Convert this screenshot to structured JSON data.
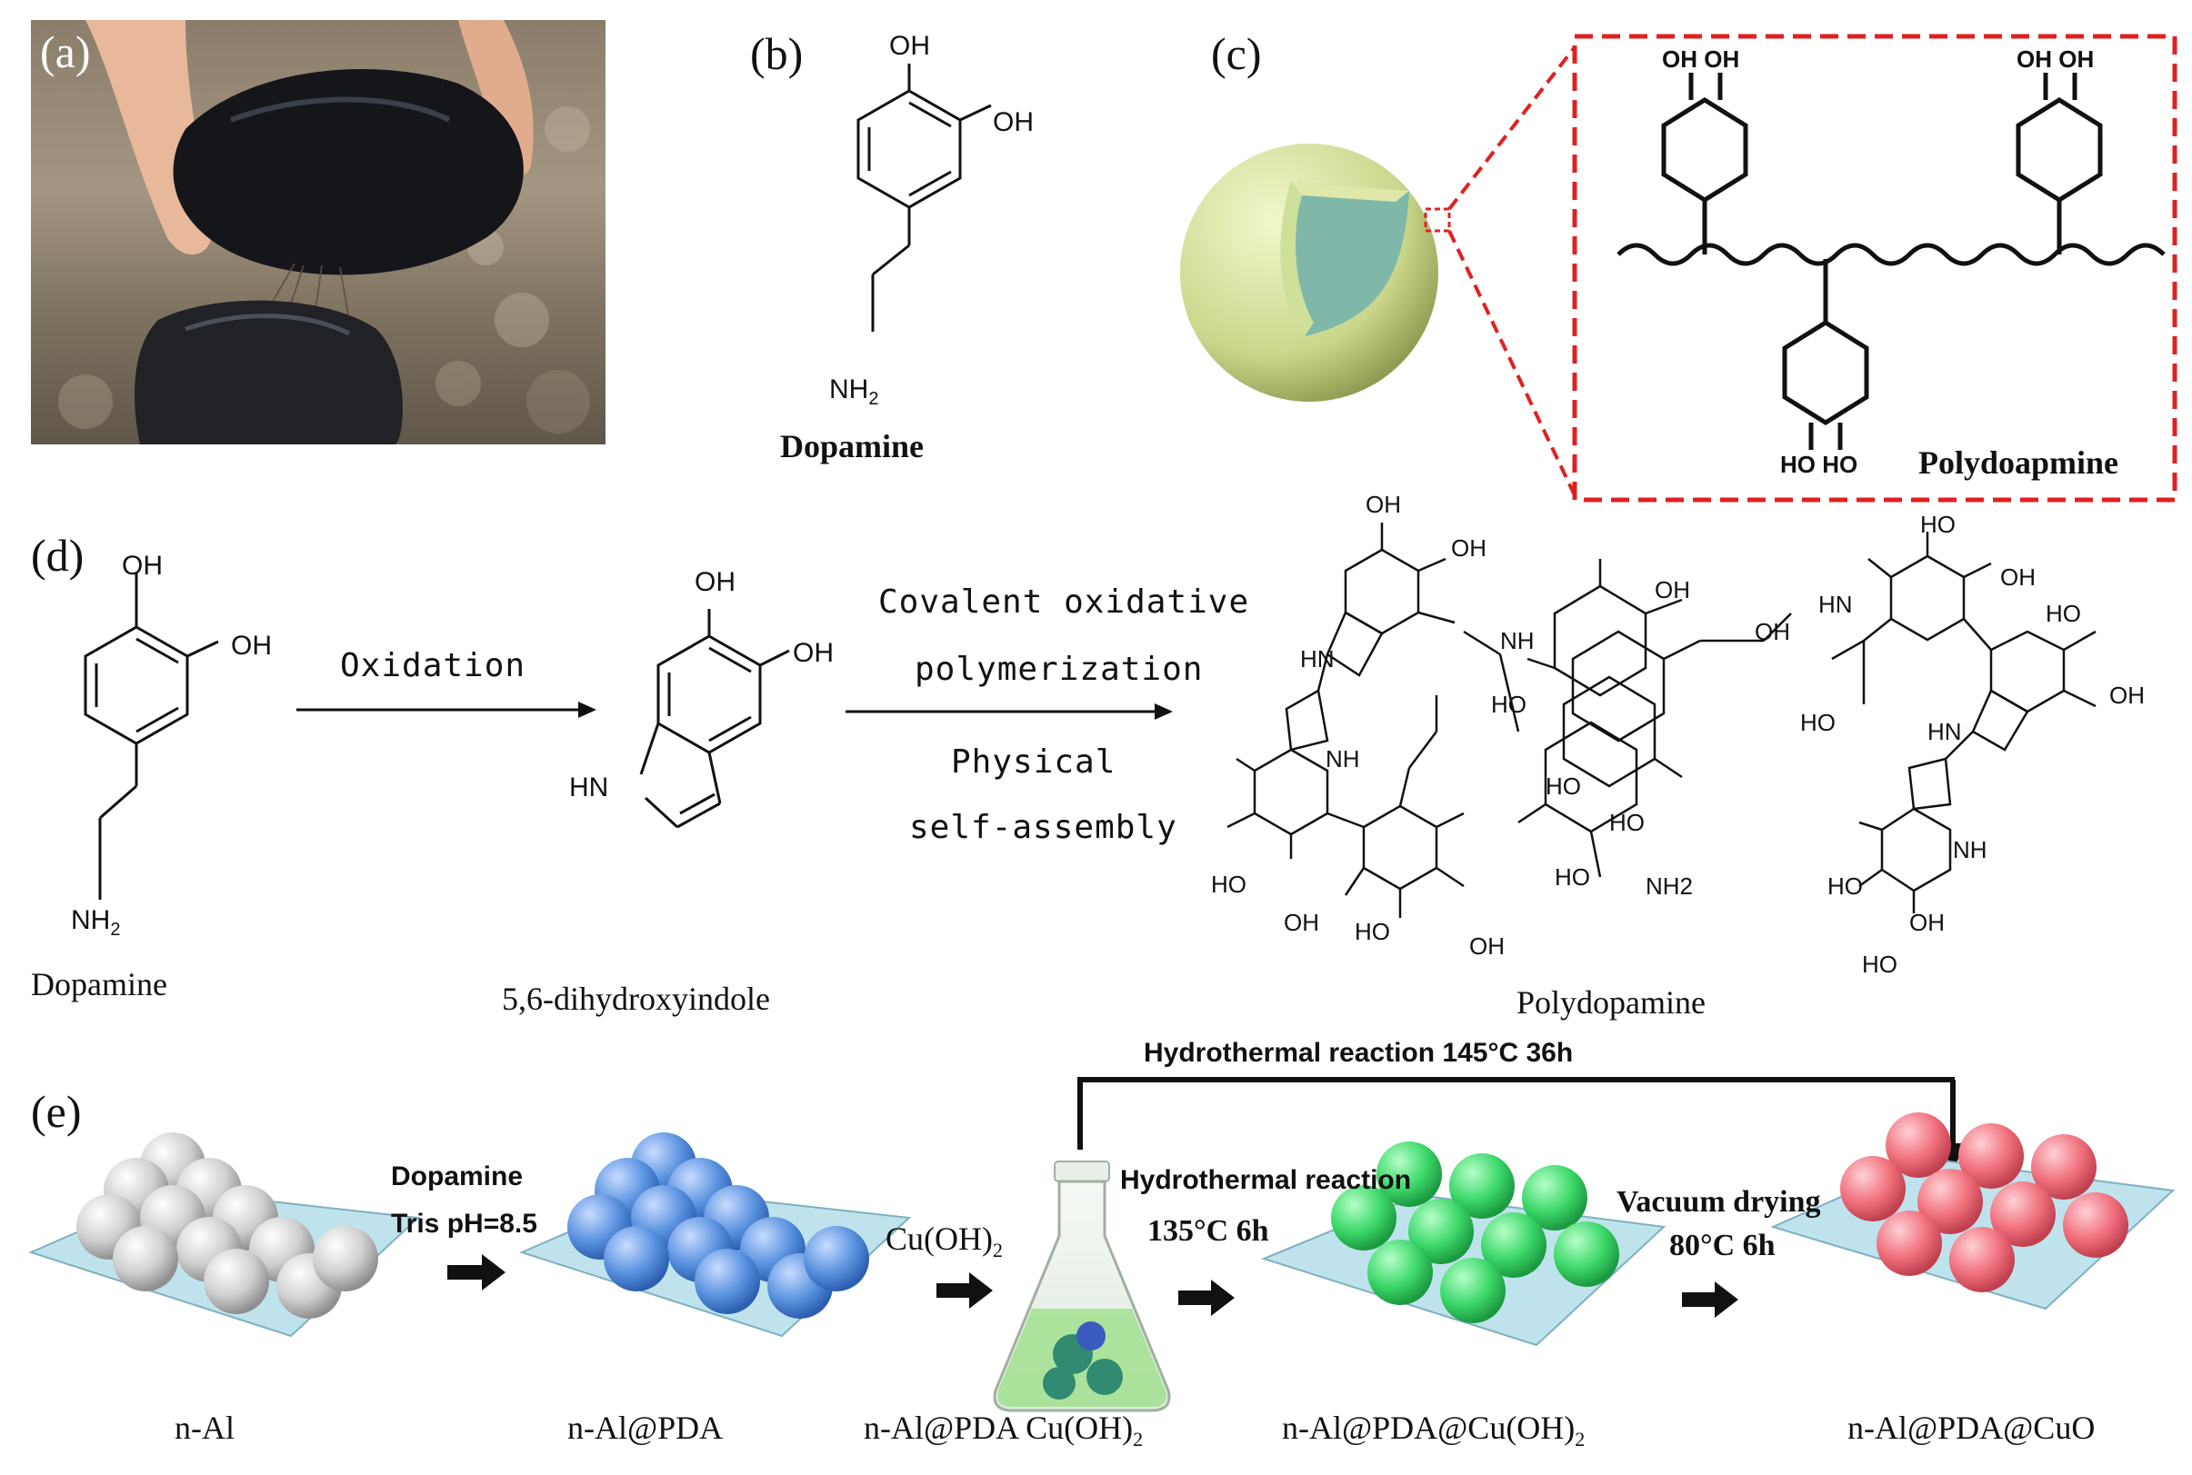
{
  "panels": {
    "a": {
      "label": "(a)"
    },
    "b": {
      "label": "(b)",
      "oh1": "OH",
      "oh2": "OH",
      "nh2": "NH",
      "nh2_sub": "2",
      "name": "Dopamine"
    },
    "c": {
      "label": "(c)",
      "oh_top_left": "OH  OH",
      "oh_top_right": "OH  OH",
      "ho_bottom": "HO  HO",
      "name": "Polydoapmine"
    },
    "d": {
      "label": "(d)",
      "dopamine": {
        "oh1": "OH",
        "oh2": "OH",
        "nh2": "NH",
        "nh2_sub": "2",
        "name": "Dopamine"
      },
      "arrow1": "Oxidation",
      "indole": {
        "oh1": "OH",
        "oh2": "OH",
        "hn": "HN",
        "name": "5,6-dihydroxyindole"
      },
      "arrow2_top1": "Covalent oxidative",
      "arrow2_top2": "polymerization",
      "arrow2_bottom1": "Physical",
      "arrow2_bottom2": "self-assembly",
      "polymer_name": "Polydopamine",
      "polymer_labels": [
        "OH",
        "OH",
        "HN",
        "NH",
        "OH",
        "HO",
        "OH",
        "HO",
        "OH",
        "HO",
        "HO",
        "HO",
        "OH",
        "HO",
        "OH",
        "HN",
        "HO",
        "NH",
        "HO",
        "OH",
        "HO",
        "OH",
        "HO",
        "NH2",
        "HN",
        "HO",
        "NH"
      ]
    },
    "e": {
      "label": "(e)",
      "top_label": "Hydrothermal reaction  145°C 36h",
      "step1_l1": "Dopamine",
      "step1_l2": "Tris pH=8.5",
      "step2": "Cu(OH)",
      "step2_sub": "2",
      "step3_l1": "Hydrothermal reaction",
      "step3_l2": "135°C 6h",
      "step4_l1": "Vacuum drying",
      "step4_l2": "80°C 6h",
      "names": [
        "n-Al",
        "n-Al@PDA",
        "n-Al@PDA Cu(OH)",
        "n-Al@PDA@Cu(OH)",
        "n-Al@PDA@CuO"
      ],
      "name_subs": [
        "",
        "",
        "2",
        "2",
        ""
      ]
    }
  },
  "colors": {
    "red_dashed": "#e02020",
    "sphere_shell": "#dfe8a8",
    "sphere_core": "#7fb8a8",
    "substrate": "#bfe3ec",
    "ball_gray": "#cfcfcf",
    "ball_blue": "#5b93e0",
    "ball_green": "#3cd86a",
    "ball_pink": "#f0707c"
  }
}
